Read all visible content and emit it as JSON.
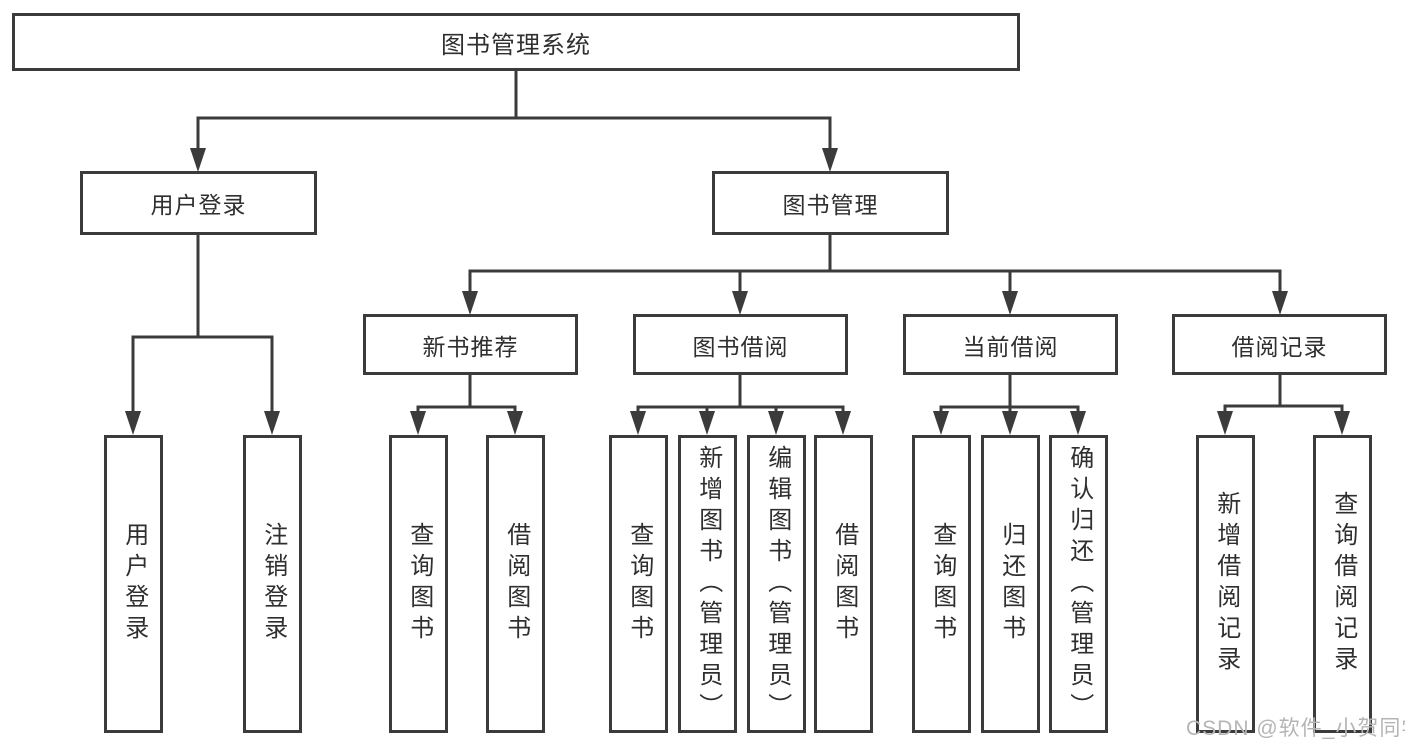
{
  "tree": {
    "root": "图书管理系统",
    "level2": {
      "user_login": "用户登录",
      "book_mgmt": "图书管理"
    },
    "level3": {
      "new_book": "新书推荐",
      "book_borrow": "图书借阅",
      "current_borrow": "当前借阅",
      "borrow_record": "借阅记录"
    },
    "leaves": {
      "user_login": [
        "用户登录",
        "注销登录"
      ],
      "new_book": [
        "查询图书",
        "借阅图书"
      ],
      "book_borrow": [
        "查询图书",
        "新增图书（管理员）",
        "编辑图书（管理员）",
        "借阅图书"
      ],
      "current_borrow": [
        "查询图书",
        "归还图书",
        "确认归还（管理员）"
      ],
      "borrow_record": [
        "新增借阅记录",
        "查询借阅记录"
      ]
    }
  },
  "watermark": {
    "text": "CSDN @软件_小贺同学"
  },
  "colors": {
    "line": "#3b3b3b",
    "text": "#2f2f2f",
    "background": "#ffffff",
    "watermark": "#b5b5b5"
  }
}
